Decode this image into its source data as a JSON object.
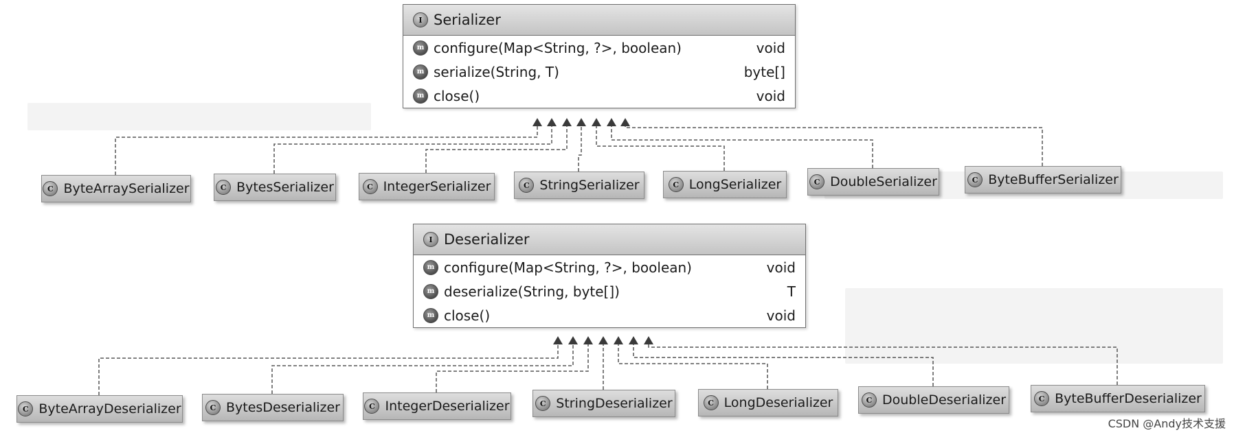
{
  "serializer": {
    "name": "Serializer",
    "badge": "I",
    "methods": [
      {
        "badge": "m",
        "signature": "configure(Map<String, ?>, boolean)",
        "returns": "void"
      },
      {
        "badge": "m",
        "signature": "serialize(String, T)",
        "returns": "byte[]"
      },
      {
        "badge": "m",
        "signature": "close()",
        "returns": "void"
      }
    ],
    "implementations": [
      {
        "badge": "C",
        "name": "ByteArraySerializer"
      },
      {
        "badge": "C",
        "name": "BytesSerializer"
      },
      {
        "badge": "C",
        "name": "IntegerSerializer"
      },
      {
        "badge": "C",
        "name": "StringSerializer"
      },
      {
        "badge": "C",
        "name": "LongSerializer"
      },
      {
        "badge": "C",
        "name": "DoubleSerializer"
      },
      {
        "badge": "C",
        "name": "ByteBufferSerializer"
      }
    ]
  },
  "deserializer": {
    "name": "Deserializer",
    "badge": "I",
    "methods": [
      {
        "badge": "m",
        "signature": "configure(Map<String, ?>, boolean)",
        "returns": "void"
      },
      {
        "badge": "m",
        "signature": "deserialize(String, byte[])",
        "returns": "T"
      },
      {
        "badge": "m",
        "signature": "close()",
        "returns": "void"
      }
    ],
    "implementations": [
      {
        "badge": "C",
        "name": "ByteArrayDeserializer"
      },
      {
        "badge": "C",
        "name": "BytesDeserializer"
      },
      {
        "badge": "C",
        "name": "IntegerDeserializer"
      },
      {
        "badge": "C",
        "name": "StringDeserializer"
      },
      {
        "badge": "C",
        "name": "LongDeserializer"
      },
      {
        "badge": "C",
        "name": "DoubleDeserializer"
      },
      {
        "badge": "C",
        "name": "ByteBufferDeserializer"
      }
    ]
  },
  "watermark": "CSDN @Andy技术支援",
  "colors": {
    "header": "#c8c8c8",
    "class_box": "#c4c4c4",
    "line": "#555555"
  }
}
